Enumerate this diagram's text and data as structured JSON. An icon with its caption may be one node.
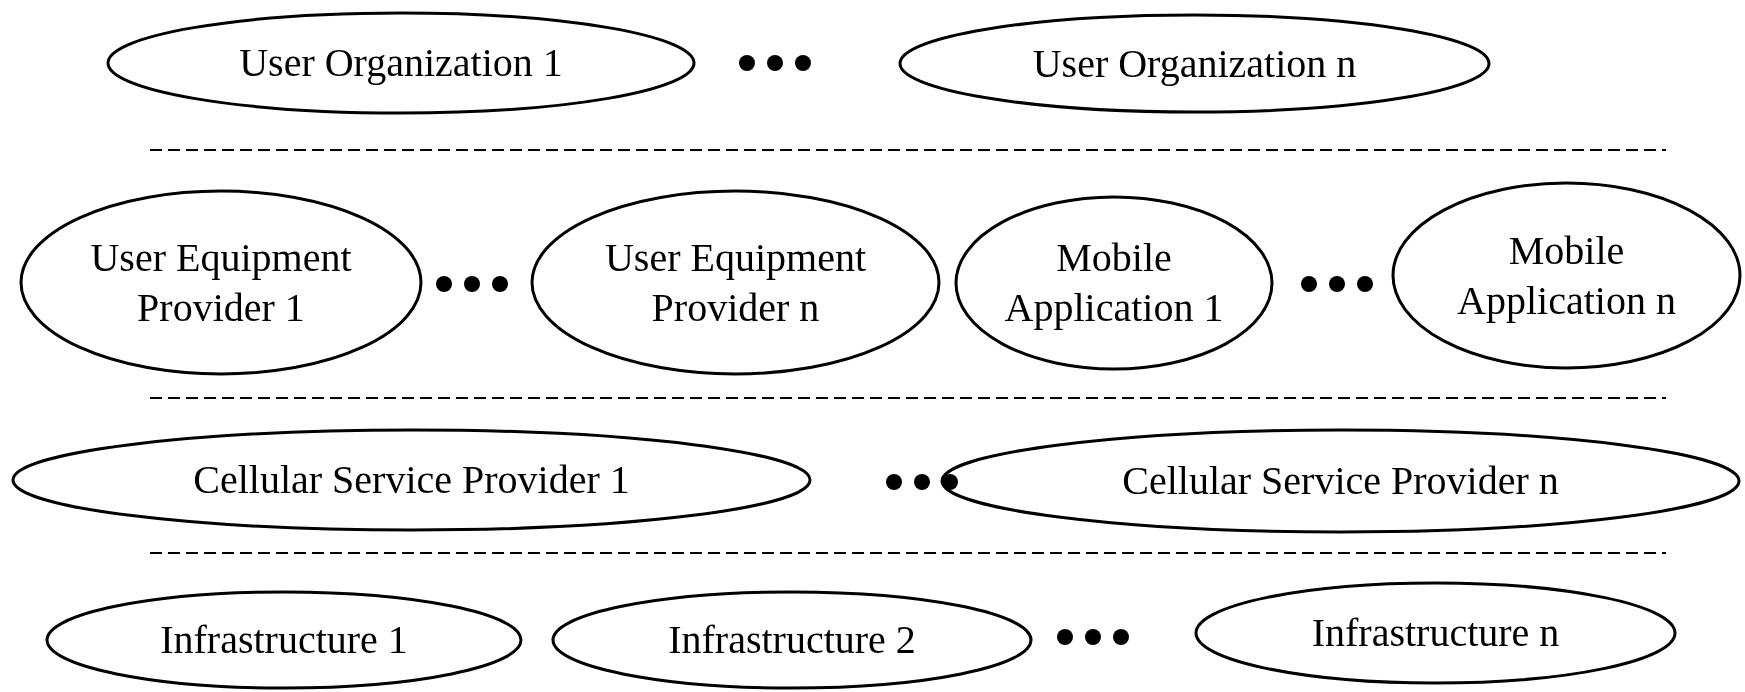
{
  "diagram": {
    "nodes": [
      {
        "text": [
          "User Organization 1"
        ]
      },
      {
        "text": [
          "User Organization n"
        ]
      },
      {
        "text": [
          "User Equipment Provider 1"
        ]
      },
      {
        "text": [
          "User Equipment Provider n"
        ]
      },
      {
        "text": [
          "Mobile Application 1"
        ]
      },
      {
        "text": [
          "Mobile Application n"
        ]
      },
      {
        "text": [
          "Cellular Service Provider 1"
        ]
      },
      {
        "text": [
          "Cellular Service Provider n"
        ]
      },
      {
        "text": [
          "Infrastructure 1"
        ]
      },
      {
        "text": [
          "Infrastructure 2"
        ]
      },
      {
        "text": [
          "Infrastructure n"
        ]
      }
    ]
  }
}
